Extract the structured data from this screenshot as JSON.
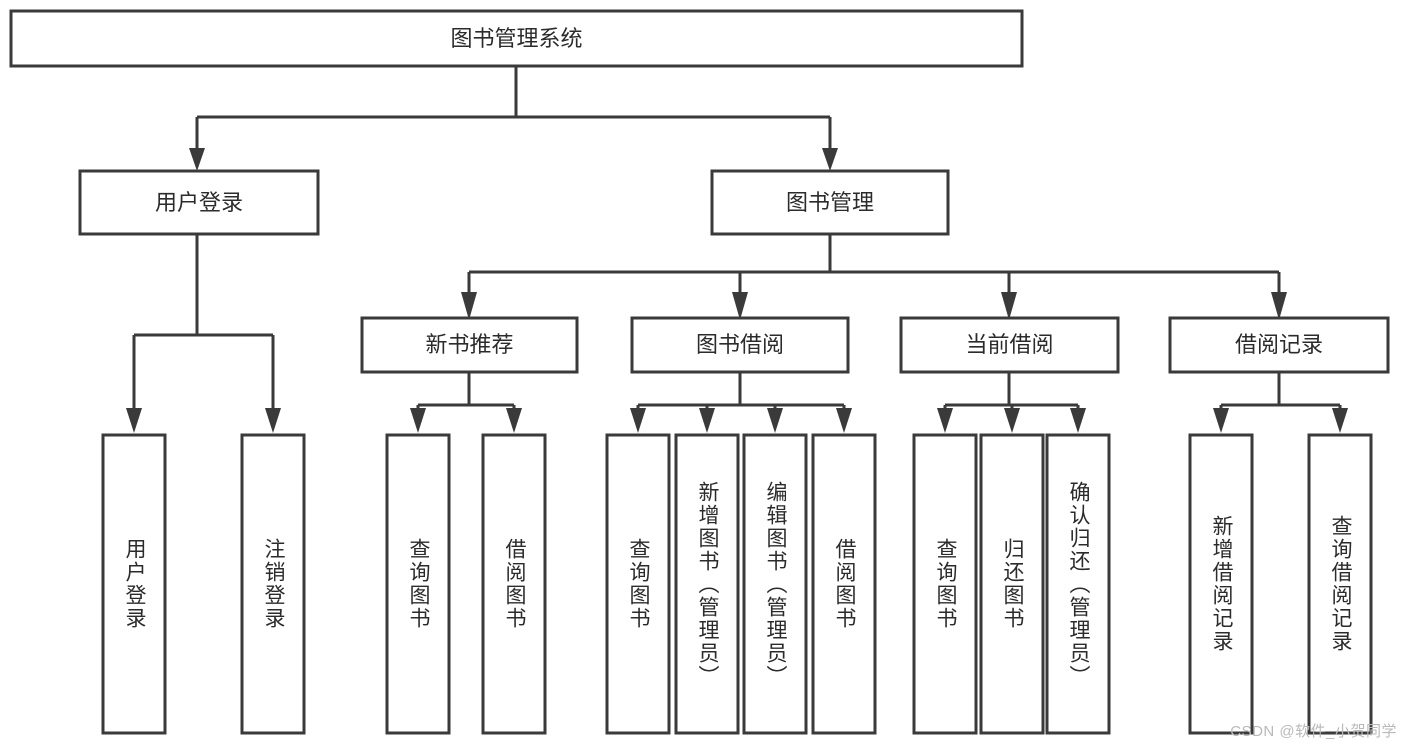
{
  "diagram": {
    "title_node": {
      "label": "图书管理系统"
    },
    "level1": [
      {
        "label": "用户登录"
      },
      {
        "label": "图书管理"
      }
    ],
    "level2": [
      {
        "label": "新书推荐"
      },
      {
        "label": "图书借阅"
      },
      {
        "label": "当前借阅"
      },
      {
        "label": "借阅记录"
      }
    ],
    "leaves": {
      "user_login": [
        {
          "label": "用户登录"
        },
        {
          "label": "注销登录"
        }
      ],
      "new_book": [
        {
          "label": "查询图书"
        },
        {
          "label": "借阅图书"
        }
      ],
      "book_borrow": [
        {
          "label": "查询图书"
        },
        {
          "label": "新增图书（管理员）"
        },
        {
          "label": "编辑图书（管理员）"
        },
        {
          "label": "借阅图书"
        }
      ],
      "current_borrow": [
        {
          "label": "查询图书"
        },
        {
          "label": "归还图书"
        },
        {
          "label": "确认归还（管理员）"
        }
      ],
      "borrow_record": [
        {
          "label": "新增借阅记录"
        },
        {
          "label": "查询借阅记录"
        }
      ]
    }
  },
  "watermark": {
    "text": "CSDN @软件_小贺同学"
  },
  "colors": {
    "box_stroke": "#3a3a3a",
    "box_fill": "#ffffff",
    "text": "#2b2b2b",
    "background": "#ffffff",
    "watermark": "#b9b9b9"
  }
}
